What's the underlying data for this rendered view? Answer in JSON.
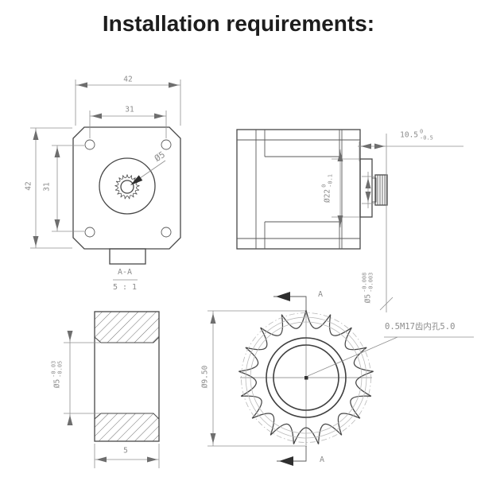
{
  "title": "Installation requirements:",
  "colors": {
    "background": "#ffffff",
    "title_text": "#1d1d1d",
    "geometry_line": "#474747",
    "dimension_line": "#8f8f8f",
    "dimension_text": "#8c8c8c"
  },
  "views": {
    "motor_front": {
      "dim_width": "42",
      "dim_hole_spacing_h": "31",
      "dim_height": "42",
      "dim_hole_spacing_v": "31",
      "shaft_dia": {
        "nominal": "Ø5"
      }
    },
    "motor_side": {
      "boss_dia": {
        "nominal": "Ø22",
        "upper": "0",
        "lower": "-0.1"
      },
      "shaft_length": {
        "nominal": "10.5",
        "upper": "0",
        "lower": "-0.5"
      },
      "shaft_dia": {
        "nominal": "Ø5",
        "upper": "-0.008",
        "lower": "-0.003"
      }
    },
    "gear_section": {
      "label": "A-A",
      "scale": "5 : 1",
      "bore_dia": {
        "nominal": "Ø5",
        "upper": "-0.03",
        "lower": "-0.05"
      },
      "dim_width": "5"
    },
    "gear_front": {
      "outer_dia": "Ø9.50",
      "note": "0.5M17齿内孔5.0",
      "section_marker": "A",
      "teeth_count": 17
    }
  }
}
